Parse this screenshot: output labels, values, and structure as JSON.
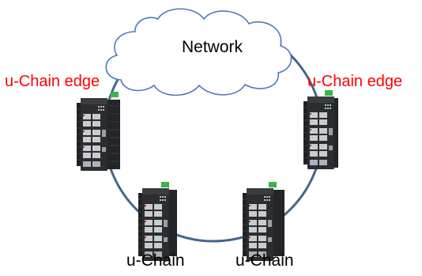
{
  "diagram": {
    "cloud_label": "Network",
    "edge_left_label": "u-Chain edge",
    "edge_right_label": "u-Chain edge",
    "node_left_label": "u-Chain",
    "node_right_label": "u-Chain"
  },
  "colors": {
    "ring": "#44658c",
    "cloud_stroke": "#4d79b8",
    "edge_label": "#ff0000",
    "switch_body": "#2b2d30",
    "port": "#c8ccd1",
    "connector": "#39b54a",
    "led_red": "#c62a2a"
  }
}
